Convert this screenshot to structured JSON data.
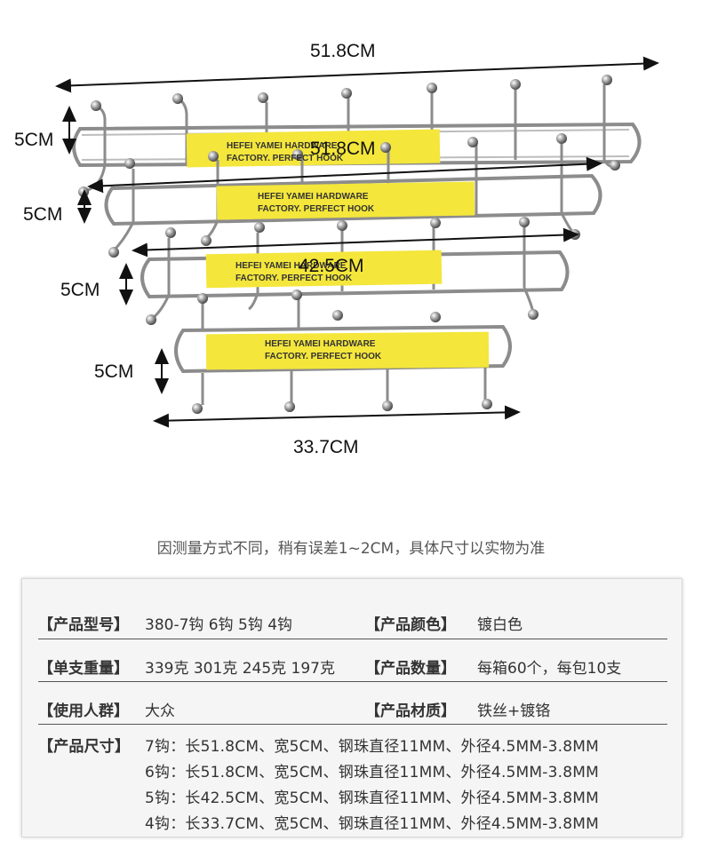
{
  "dimensions": {
    "top_width": "51.8CM",
    "second_width": "51.8CM",
    "third_width": "42.5CM",
    "bottom_width": "33.7CM",
    "height_1": "5CM",
    "height_2": "5CM",
    "height_3": "5CM",
    "height_4": "5CM"
  },
  "product_label": {
    "line1": "HEFEI YAMEI HARDWARE",
    "line2": "FACTORY. PERFECT HOOK"
  },
  "note": "因测量方式不同，稍有误差1~2CM，具体尺寸以实物为准",
  "specs": {
    "model_label": "【产品型号】",
    "model_value": "380-7钩  6钩  5钩  4钩",
    "color_label": "【产品颜色】",
    "color_value": "镀白色",
    "weight_label": "【单支重量】",
    "weight_value": "339克 301克 245克 197克",
    "quantity_label": "【产品数量】",
    "quantity_value": "每箱60个，每包10支",
    "users_label": "【使用人群】",
    "users_value": "大众",
    "material_label": "【产品材质】",
    "material_value": "铁丝+镀铬",
    "size_label": "【产品尺寸】",
    "sizes": [
      "7钩：长51.8CM、宽5CM、钢珠直径11MM、外径4.5MM-3.8MM",
      "6钩：长51.8CM、宽5CM、钢珠直径11MM、外径4.5MM-3.8MM",
      "5钩：长42.5CM、宽5CM、钢珠直径11MM、外径4.5MM-3.8MM",
      "4钩：长33.7CM、宽5CM、钢珠直径11MM、外径4.5MM-3.8MM"
    ]
  }
}
